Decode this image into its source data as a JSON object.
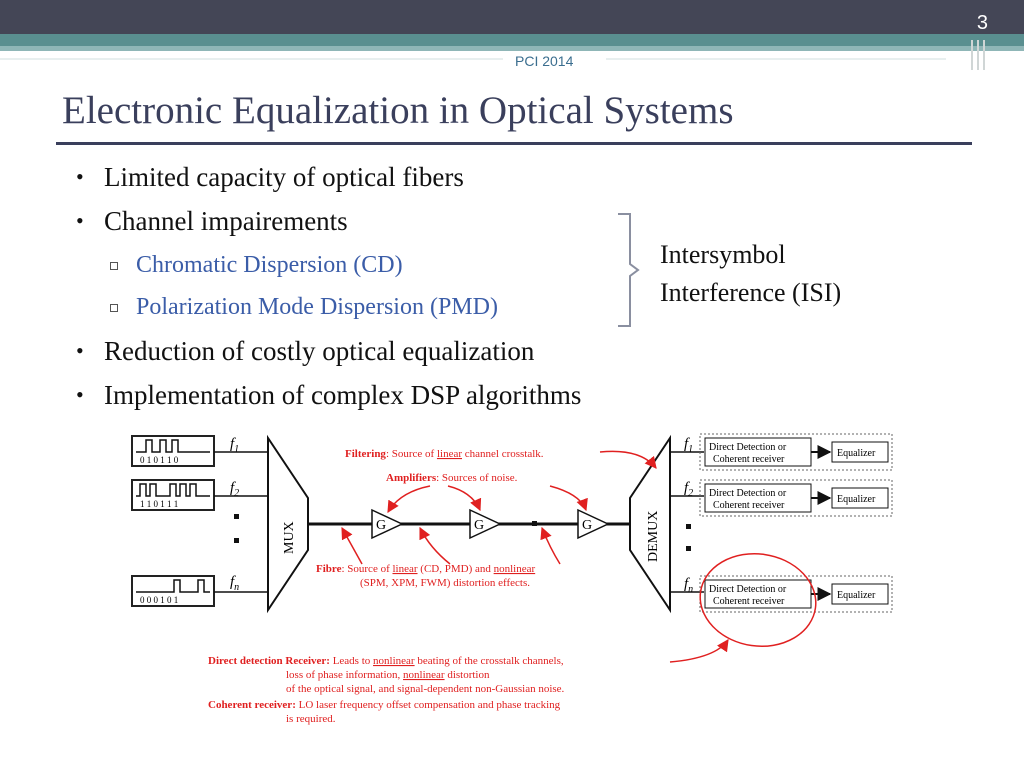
{
  "slide_number": "3",
  "header_tag": "PCI 2014",
  "title": "Electronic Equalization in Optical Systems",
  "bullets": [
    "Limited capacity of optical fibers",
    "Channel impairements",
    "Reduction of costly optical equalization",
    "Implementation of complex DSP algorithms"
  ],
  "sub_bullets": [
    "Chromatic Dispersion (CD)",
    "Polarization Mode Dispersion (PMD)"
  ],
  "isi_label": [
    "Intersymbol",
    "Interference (ISI)"
  ],
  "diagram": {
    "inputs": [
      {
        "freq": "f",
        "sub": "1",
        "bits": "0 1 0 1 1 0"
      },
      {
        "freq": "f",
        "sub": "2",
        "bits": "1 1 0 1 1 1"
      },
      {
        "freq": "f",
        "sub": "n",
        "bits": "0 0 0 1 0 1"
      }
    ],
    "mux": "MUX",
    "demux": "DEMUX",
    "amp_label": "G",
    "receiver_line1": "Direct Detection or",
    "receiver_line2": "Coherent receiver",
    "equalizer": "Equalizer",
    "out_freqs": [
      "1",
      "2",
      "n"
    ],
    "ann_filtering_bold": "Filtering",
    "ann_filtering_a": ": Source of ",
    "ann_filtering_u": "linear",
    "ann_filtering_b": " channel crosstalk.",
    "ann_amp_bold": "Amplifiers",
    "ann_amp_rest": ": Sources of noise.",
    "ann_fibre_bold": "Fibre",
    "ann_fibre_a": ": Source of ",
    "ann_fibre_u1": "linear",
    "ann_fibre_b": " (CD, PMD) and ",
    "ann_fibre_u2": "nonlinear",
    "ann_fibre_line2": "(SPM, XPM, FWM) distortion effects.",
    "ann_dd_bold": "Direct detection Receiver:",
    "ann_dd_a": " Leads to ",
    "ann_dd_u1": "nonlinear",
    "ann_dd_b": " beating of the crosstalk channels,",
    "ann_dd_l2a": "loss of phase information, ",
    "ann_dd_l2u": "nonlinear",
    "ann_dd_l2b": " distortion",
    "ann_dd_l3": "of the optical signal, and signal-dependent non-Gaussian noise.",
    "ann_coh_bold": "Coherent receiver:",
    "ann_coh_rest": " LO laser frequency offset compensation and phase tracking",
    "ann_coh_l2": "is required."
  }
}
